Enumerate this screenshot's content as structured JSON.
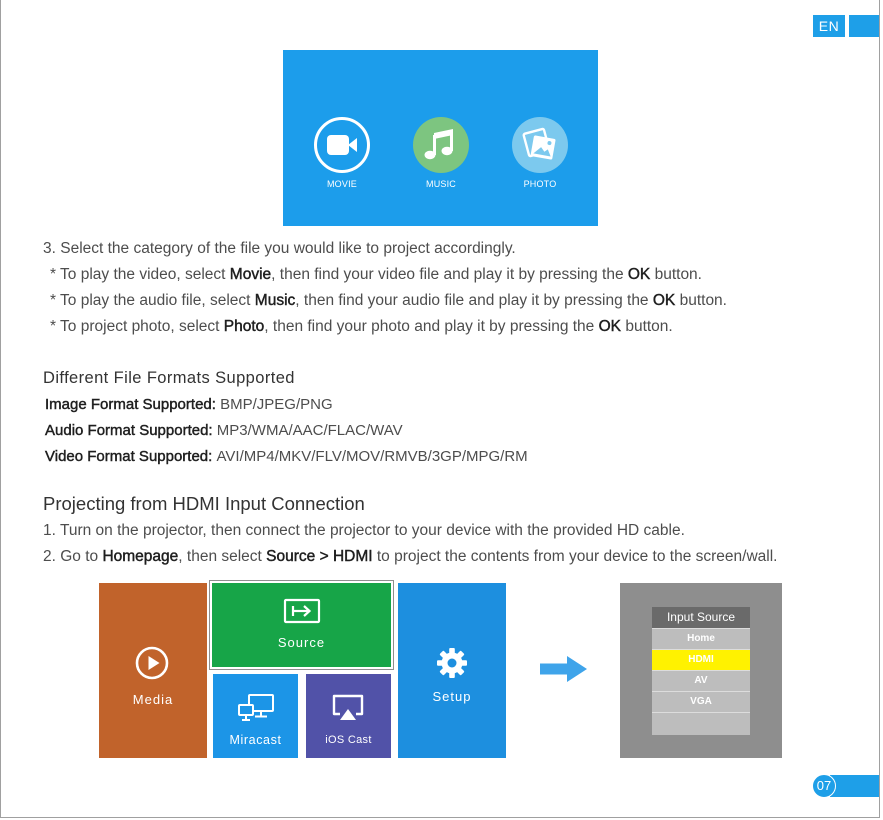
{
  "header": {
    "language_badge": "EN"
  },
  "footer": {
    "page_number": "07"
  },
  "colors": {
    "accent_blue": "#1E9FE8",
    "text": "#4D4D4D",
    "text_strong": "#1F1F1F"
  },
  "media_menu_screenshot": {
    "background": "#1C9DEB",
    "items": [
      {
        "label": "MOVIE",
        "icon": "movie-camera-icon",
        "color": "#1C9DEB"
      },
      {
        "label": "MUSIC",
        "icon": "music-notes-icon",
        "color": "#7DC580"
      },
      {
        "label": "PHOTO",
        "icon": "photo-icon",
        "color": "#7CC9EE"
      }
    ]
  },
  "step3": {
    "intro": "3. Select the category of the file you would like to project accordingly.",
    "bullets": [
      {
        "prefix": "* To play the video, select ",
        "key": "Movie",
        "middle": ", then find your video file and play it by pressing the ",
        "button": "OK",
        "suffix": " button."
      },
      {
        "prefix": "* To play the audio file, select ",
        "key": "Music",
        "middle": ", then find your audio file and play it by pressing the ",
        "button": "OK",
        "suffix": " button."
      },
      {
        "prefix": "* To project photo, select ",
        "key": "Photo",
        "middle": ", then find your photo and play it by pressing the ",
        "button": "OK",
        "suffix": " button."
      }
    ]
  },
  "formats": {
    "heading": "Different File Formats Supported",
    "items": [
      {
        "label": "Image Format Supported:",
        "value": "BMP/JPEG/PNG"
      },
      {
        "label": "Audio Format Supported:",
        "value": "MP3/WMA/AAC/FLAC/WAV"
      },
      {
        "label": "Video Format Supported:",
        "value": "AVI/MP4/MKV/FLV/MOV/RMVB/3GP/MPG/RM"
      }
    ]
  },
  "hdmi": {
    "heading": "Projecting from HDMI Input Connection",
    "step1": "1. Turn on the projector, then connect the projector to your device with the provided HD cable.",
    "step2": {
      "prefix": "2. Go to ",
      "key1": "Homepage",
      "middle": ", then select ",
      "key2": "Source > HDMI",
      "suffix": " to project the contents from your device to the screen/wall."
    }
  },
  "home_screen_screenshot": {
    "tiles": {
      "media": {
        "label": "Media",
        "icon": "play-circle-icon",
        "color": "#C1632B"
      },
      "source": {
        "label": "Source",
        "icon": "input-source-icon",
        "color": "#17A548",
        "selected": true
      },
      "miracast": {
        "label": "Miracast",
        "icon": "miracast-icon",
        "color": "#1C95E7"
      },
      "ios_cast": {
        "label": "iOS Cast",
        "icon": "airplay-icon",
        "color": "#5152A8"
      },
      "setup": {
        "label": "Setup",
        "icon": "gear-icon",
        "color": "#1D8FDF"
      }
    },
    "arrow_icon": "arrow-right-icon",
    "arrow_color": "#3FA4EA"
  },
  "input_source_screenshot": {
    "background": "#8E8E8E",
    "title": "Input Source",
    "highlight_color": "#FFF200",
    "options": [
      {
        "label": "Home"
      },
      {
        "label": "HDMI",
        "selected": true
      },
      {
        "label": "AV"
      },
      {
        "label": "VGA"
      }
    ]
  }
}
